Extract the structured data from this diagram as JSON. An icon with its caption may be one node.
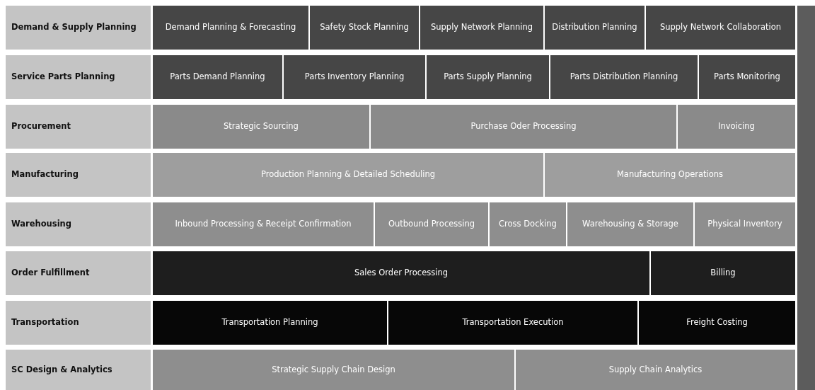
{
  "diagram": {
    "nodes": [
      {
        "text": [
          "Demand & Supply Planning"
        ]
      },
      {
        "text": [
          "Demand Planning & Forecasting"
        ]
      },
      {
        "text": [
          "Safety Stock Planning"
        ]
      },
      {
        "text": [
          "Supply Network Planning"
        ]
      },
      {
        "text": [
          "Distribution Planning"
        ]
      },
      {
        "text": [
          "Supply Network Collaboration"
        ]
      },
      {
        "text": [
          "Service Parts Planning"
        ]
      },
      {
        "text": [
          "Parts Demand Planning"
        ]
      },
      {
        "text": [
          "Parts Inventory Planning"
        ]
      },
      {
        "text": [
          "Parts Supply Planning"
        ]
      },
      {
        "text": [
          "Parts Distribution Planning"
        ]
      },
      {
        "text": [
          "Parts Monitoring"
        ]
      },
      {
        "text": [
          "Procurement"
        ]
      },
      {
        "text": [
          "Strategic Sourcing"
        ]
      },
      {
        "text": [
          "Purchase Oder Processing"
        ]
      },
      {
        "text": [
          "Invoicing"
        ]
      },
      {
        "text": [
          "Manufacturing"
        ]
      },
      {
        "text": [
          "Production Planning & Detailed Scheduling"
        ]
      },
      {
        "text": [
          "Manufacturing Operations"
        ]
      },
      {
        "text": [
          "Warehousing"
        ]
      },
      {
        "text": [
          "Inbound Processing & Receipt Confirmation"
        ]
      },
      {
        "text": [
          "Outbound Processing"
        ]
      },
      {
        "text": [
          "Cross Docking"
        ]
      },
      {
        "text": [
          "Warehousing & Storage"
        ]
      },
      {
        "text": [
          "Physical Inventory"
        ]
      },
      {
        "text": [
          "Order Fulfillment"
        ]
      },
      {
        "text": [
          "Sales Order Processing"
        ]
      },
      {
        "text": [
          "Billing"
        ]
      },
      {
        "text": [
          "Transportation"
        ]
      },
      {
        "text": [
          "Transportation Planning"
        ]
      },
      {
        "text": [
          "Transportation Execution"
        ]
      },
      {
        "text": [
          "Freight Costing"
        ]
      },
      {
        "text": [
          "SC Design & Analytics"
        ]
      },
      {
        "text": [
          "Strategic Supply Chain Design"
        ]
      },
      {
        "text": [
          "Supply Chain Analytics"
        ]
      },
      {
        "text": [],
        "shape": "bar"
      }
    ]
  }
}
